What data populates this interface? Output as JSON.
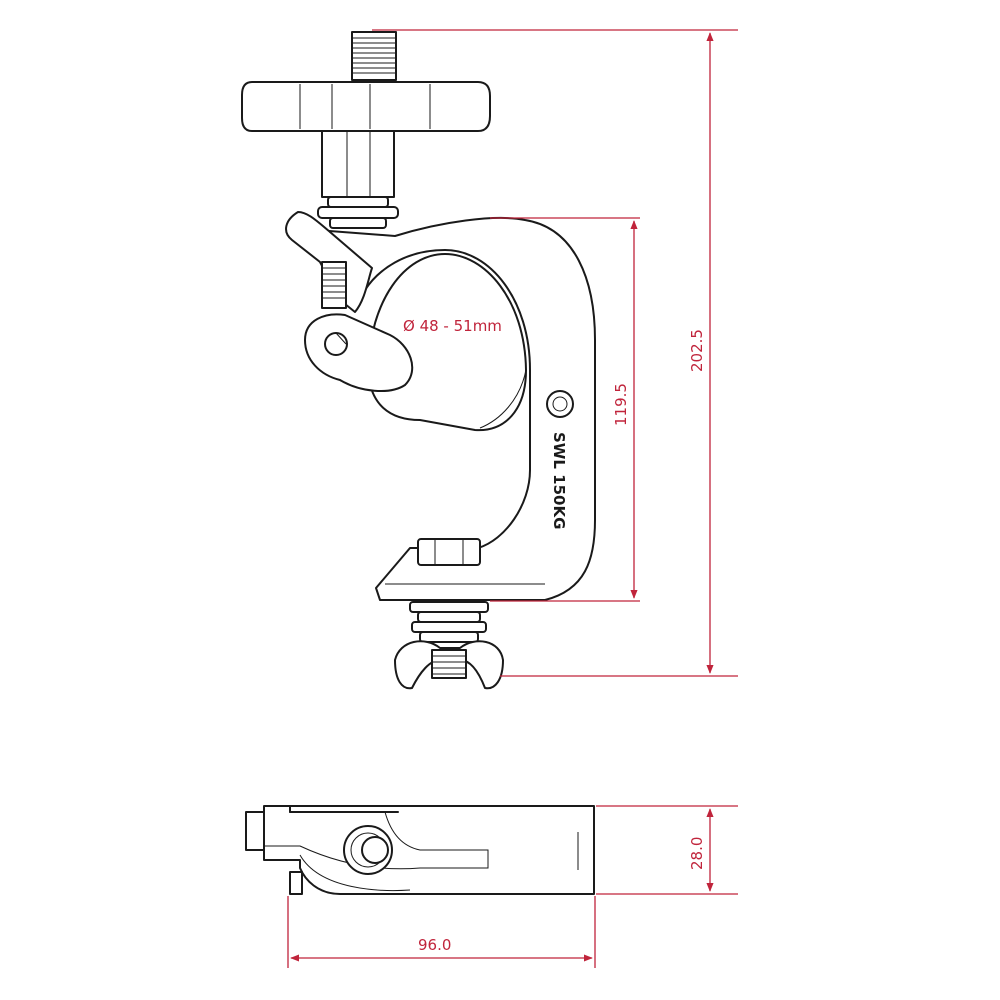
{
  "dimensions": {
    "total_height": "202.5",
    "inner_height": "119.5",
    "tube_diameter": "Ø 48 - 51mm",
    "thickness": "28.0",
    "width": "96.0"
  },
  "engraving": {
    "swl": "SWL  150KG"
  },
  "colors": {
    "dimension": "#c0243b",
    "outline": "#1a1a1a"
  }
}
